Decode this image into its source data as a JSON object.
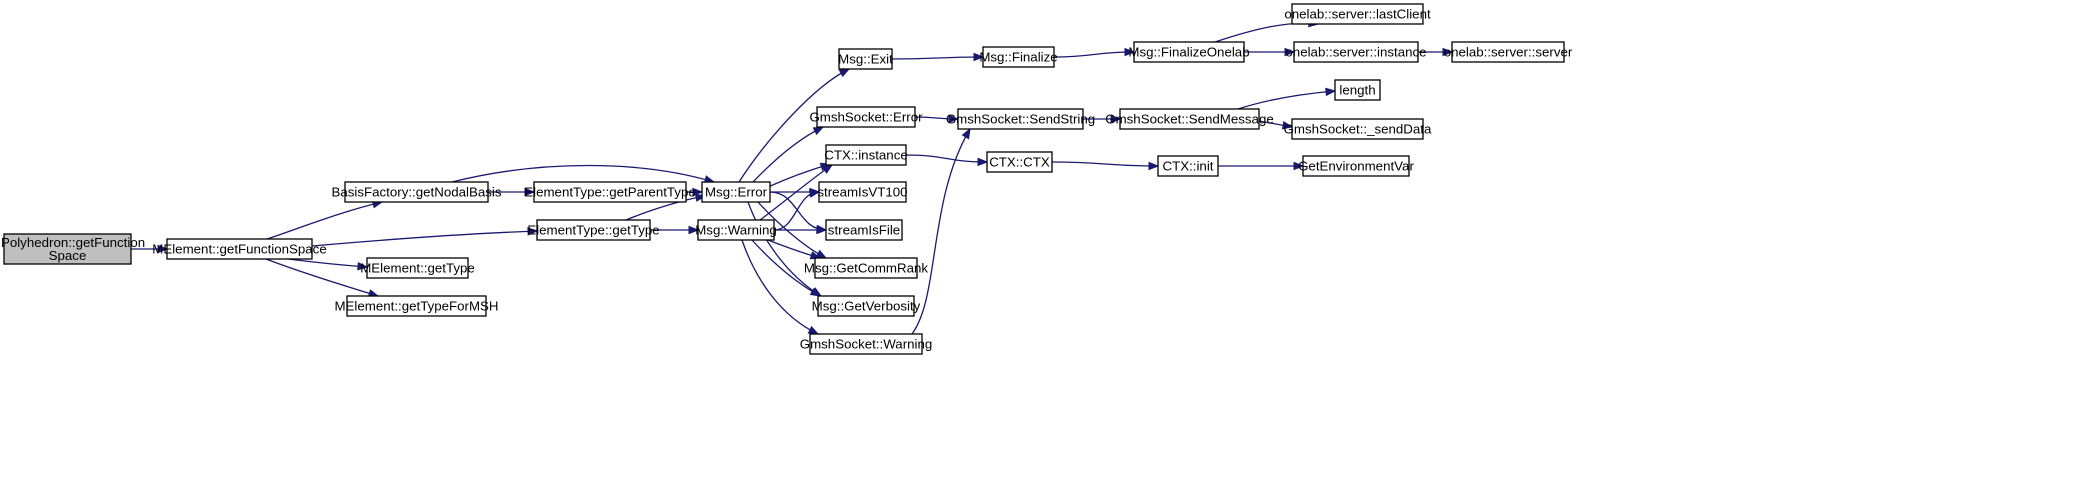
{
  "colors": {
    "edge": "#191970",
    "node_fill": "#ffffff",
    "root_fill": "#bfbfbf",
    "node_border": "#000000"
  },
  "graph": {
    "nodes": [
      {
        "id": "root",
        "lines": [
          "MPolyhedron::getFunction",
          "Space"
        ],
        "root": true
      },
      {
        "id": "getFunctionSpace",
        "lines": [
          "MElement::getFunctionSpace"
        ]
      },
      {
        "id": "getNodalBasis",
        "lines": [
          "BasisFactory::getNodalBasis"
        ]
      },
      {
        "id": "melemGetType",
        "lines": [
          "MElement::getType"
        ]
      },
      {
        "id": "getTypeForMSH",
        "lines": [
          "MElement::getTypeForMSH"
        ]
      },
      {
        "id": "getParentType",
        "lines": [
          "ElementType::getParentType"
        ]
      },
      {
        "id": "etGetType",
        "lines": [
          "ElementType::getType"
        ]
      },
      {
        "id": "msgError",
        "lines": [
          "Msg::Error"
        ]
      },
      {
        "id": "msgWarning",
        "lines": [
          "Msg::Warning"
        ]
      },
      {
        "id": "msgExit",
        "lines": [
          "Msg::Exit"
        ]
      },
      {
        "id": "gsError",
        "lines": [
          "GmshSocket::Error"
        ]
      },
      {
        "id": "ctxInstance",
        "lines": [
          "CTX::instance"
        ]
      },
      {
        "id": "streamIsVT100",
        "lines": [
          "streamIsVT100"
        ]
      },
      {
        "id": "streamIsFile",
        "lines": [
          "streamIsFile"
        ]
      },
      {
        "id": "getCommRank",
        "lines": [
          "Msg::GetCommRank"
        ]
      },
      {
        "id": "getVerbosity",
        "lines": [
          "Msg::GetVerbosity"
        ]
      },
      {
        "id": "gsWarning",
        "lines": [
          "GmshSocket::Warning"
        ]
      },
      {
        "id": "msgFinalize",
        "lines": [
          "Msg::Finalize"
        ]
      },
      {
        "id": "sendString",
        "lines": [
          "GmshSocket::SendString"
        ]
      },
      {
        "id": "ctxCtor",
        "lines": [
          "CTX::CTX"
        ]
      },
      {
        "id": "finalizeOnelab",
        "lines": [
          "Msg::FinalizeOnelab"
        ]
      },
      {
        "id": "sendMessage",
        "lines": [
          "GmshSocket::SendMessage"
        ]
      },
      {
        "id": "ctxInit",
        "lines": [
          "CTX::init"
        ]
      },
      {
        "id": "lastClient",
        "lines": [
          "onelab::server::lastClient"
        ]
      },
      {
        "id": "serverInstance",
        "lines": [
          "onelab::server::instance"
        ]
      },
      {
        "id": "length",
        "lines": [
          "length"
        ]
      },
      {
        "id": "sendData",
        "lines": [
          "GmshSocket::_sendData"
        ]
      },
      {
        "id": "getEnvVar",
        "lines": [
          "GetEnvironmentVar"
        ]
      },
      {
        "id": "serverServer",
        "lines": [
          "onelab::server::server"
        ]
      }
    ],
    "edges": [
      {
        "from": "root",
        "to": "getFunctionSpace"
      },
      {
        "from": "getFunctionSpace",
        "to": "getNodalBasis"
      },
      {
        "from": "getFunctionSpace",
        "to": "etGetType"
      },
      {
        "from": "getFunctionSpace",
        "to": "melemGetType"
      },
      {
        "from": "getFunctionSpace",
        "to": "getTypeForMSH"
      },
      {
        "from": "getNodalBasis",
        "to": "msgError"
      },
      {
        "from": "getNodalBasis",
        "to": "getParentType"
      },
      {
        "from": "getParentType",
        "to": "msgError"
      },
      {
        "from": "etGetType",
        "to": "msgError"
      },
      {
        "from": "etGetType",
        "to": "msgWarning"
      },
      {
        "from": "msgError",
        "to": "msgExit"
      },
      {
        "from": "msgError",
        "to": "gsError"
      },
      {
        "from": "msgError",
        "to": "ctxInstance"
      },
      {
        "from": "msgError",
        "to": "streamIsVT100"
      },
      {
        "from": "msgError",
        "to": "streamIsFile"
      },
      {
        "from": "msgError",
        "to": "getCommRank"
      },
      {
        "from": "msgError",
        "to": "getVerbosity"
      },
      {
        "from": "msgWarning",
        "to": "ctxInstance"
      },
      {
        "from": "msgWarning",
        "to": "streamIsVT100"
      },
      {
        "from": "msgWarning",
        "to": "streamIsFile"
      },
      {
        "from": "msgWarning",
        "to": "getCommRank"
      },
      {
        "from": "msgWarning",
        "to": "getVerbosity"
      },
      {
        "from": "msgWarning",
        "to": "gsWarning"
      },
      {
        "from": "msgExit",
        "to": "msgFinalize"
      },
      {
        "from": "gsError",
        "to": "sendString"
      },
      {
        "from": "gsWarning",
        "to": "sendString"
      },
      {
        "from": "ctxInstance",
        "to": "ctxCtor"
      },
      {
        "from": "msgFinalize",
        "to": "finalizeOnelab"
      },
      {
        "from": "sendString",
        "to": "sendMessage"
      },
      {
        "from": "ctxCtor",
        "to": "ctxInit"
      },
      {
        "from": "finalizeOnelab",
        "to": "lastClient"
      },
      {
        "from": "finalizeOnelab",
        "to": "serverInstance"
      },
      {
        "from": "sendMessage",
        "to": "length"
      },
      {
        "from": "sendMessage",
        "to": "sendData"
      },
      {
        "from": "ctxInit",
        "to": "getEnvVar"
      },
      {
        "from": "serverInstance",
        "to": "serverServer"
      }
    ]
  }
}
